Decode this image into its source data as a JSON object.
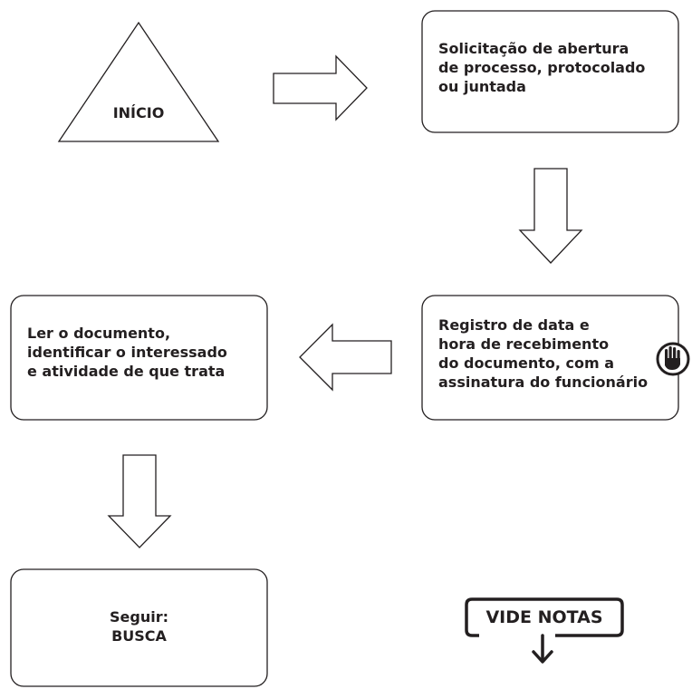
{
  "start": {
    "label": "INÍCIO"
  },
  "boxes": {
    "request": {
      "lines": [
        "Solicitação de abertura",
        "de processo, protocolado",
        "ou juntada"
      ]
    },
    "register": {
      "lines": [
        "Registro de data e",
        "hora de recebimento",
        "do documento, com a",
        "assinatura do funcionário"
      ]
    },
    "read": {
      "lines": [
        "Ler o documento,",
        "identificar o interessado",
        "e atividade de que trata"
      ]
    },
    "next": {
      "lines": [
        "Seguir:",
        "BUSCA"
      ]
    }
  },
  "badge": {
    "label": "VIDE NOTAS"
  },
  "icons": {
    "stop": "stop-hand-icon",
    "arrow": "arrow-down-icon"
  },
  "colors": {
    "ink": "#231f20",
    "background": "#ffffff"
  }
}
